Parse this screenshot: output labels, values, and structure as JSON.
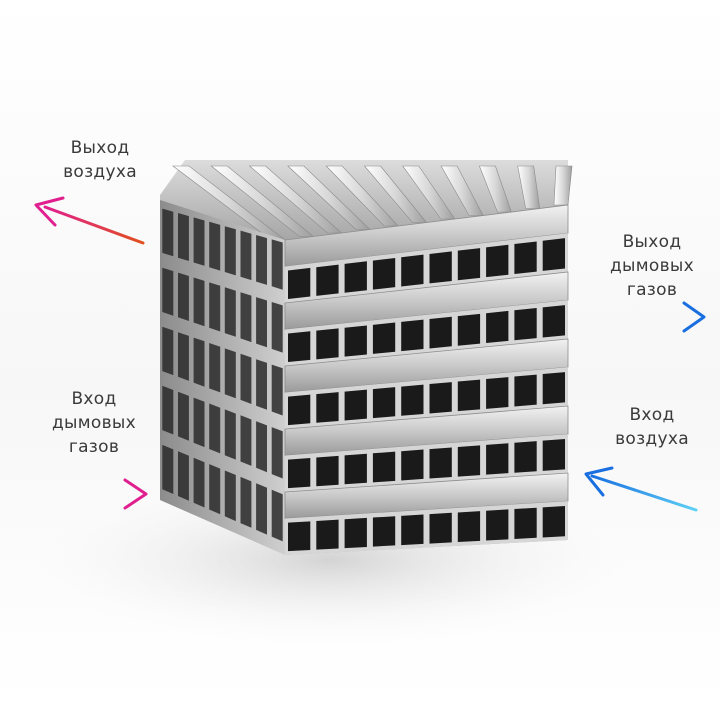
{
  "labels": {
    "air_outlet": [
      "Выход",
      "воздуха"
    ],
    "flue_gas_outlet": [
      "Выход",
      "дымовых",
      "газов"
    ],
    "flue_gas_inlet": [
      "Вход",
      "дымовых",
      "газов"
    ],
    "air_inlet": [
      "Вход",
      "воздуха"
    ]
  },
  "colors": {
    "warm_arrow_start": "#e0501f",
    "warm_arrow_end": "#e0208f",
    "cool_arrow_start": "#5cd0f5",
    "cool_arrow_end": "#1a6fe0",
    "metal_light": "#eeeeee",
    "metal_mid": "#b8b8b8",
    "metal_dark": "#6e6e6e",
    "channel_dark": "#1a1a1a"
  },
  "icons": [
    "arrow-icon"
  ]
}
